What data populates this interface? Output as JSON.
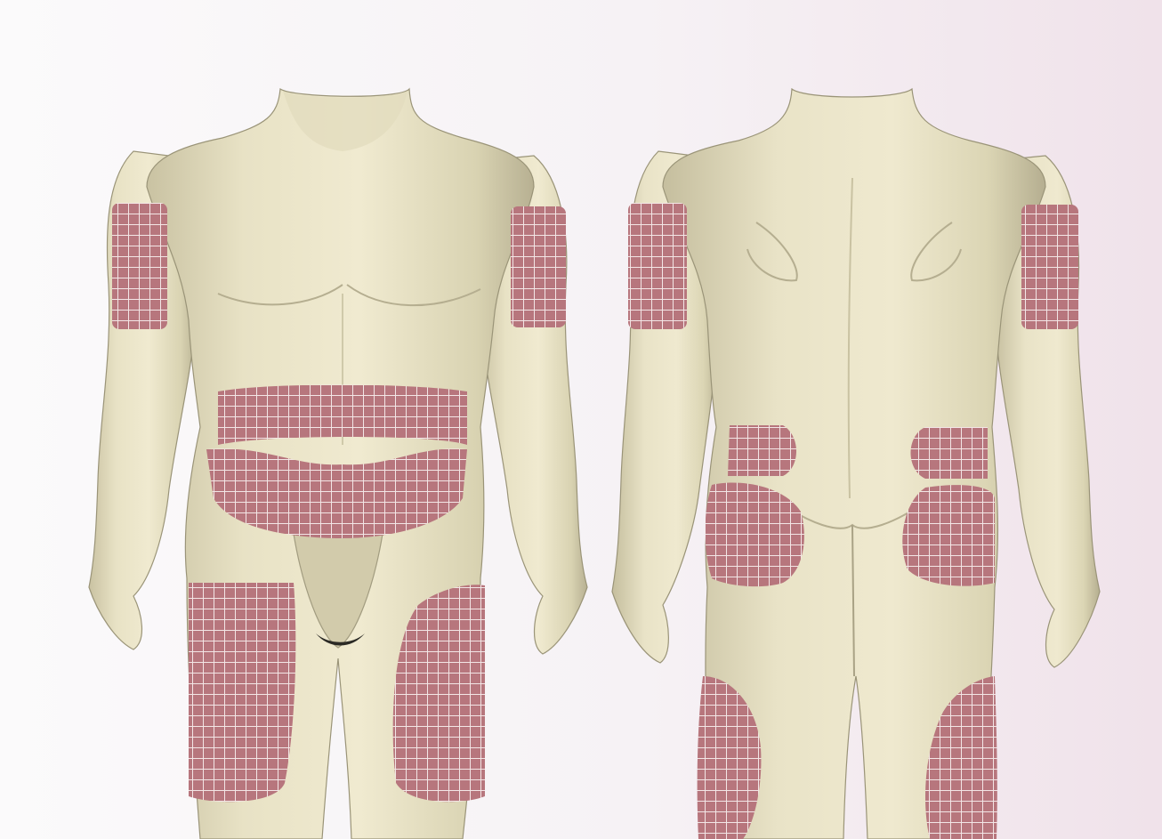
{
  "figure": {
    "views": [
      {
        "id": "front",
        "zones": [
          "left-upper-arm",
          "right-upper-arm",
          "abdomen",
          "left-thigh",
          "right-thigh"
        ]
      },
      {
        "id": "back",
        "zones": [
          "left-upper-arm",
          "right-upper-arm",
          "left-flank",
          "right-flank",
          "left-buttock",
          "right-buttock",
          "left-thigh",
          "right-thigh"
        ]
      }
    ],
    "colors": {
      "background_light": "#f7f4f7",
      "background_pink": "#f1e4ec",
      "skin_light": "#efe9cf",
      "skin_mid": "#ded8b6",
      "skin_shadow": "#b9b294",
      "zone_fill": "#b7767d",
      "zone_grid_line": "#f3e6e6",
      "outline": "#8d876f"
    }
  }
}
